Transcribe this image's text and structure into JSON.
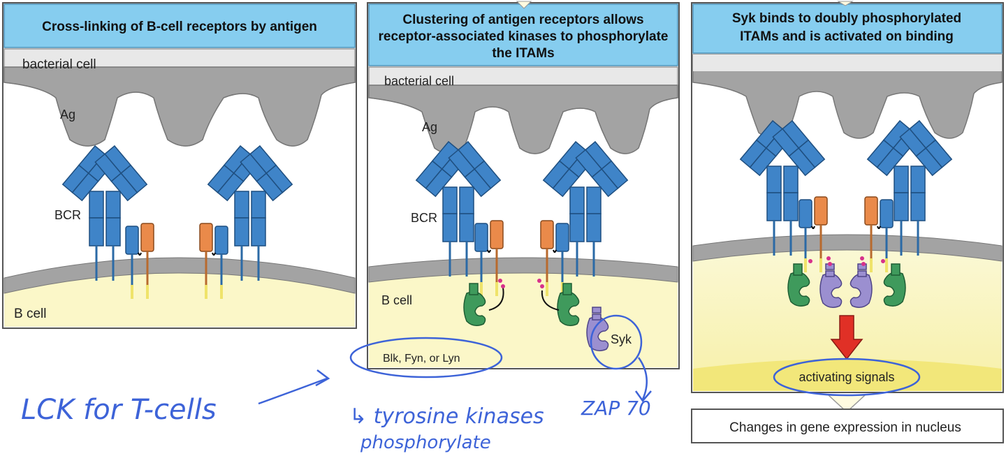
{
  "panels": [
    {
      "title_lines": [
        "Cross-linking of B-cell receptors by antigen"
      ],
      "bacterial_label": "bacterial cell",
      "ag_label": "Ag",
      "bcr_label": "BCR",
      "bcell_label": "B cell"
    },
    {
      "title_lines": [
        "Clustering of antigen receptors allows",
        "receptor-associated kinases to phosphorylate",
        "the ITAMs"
      ],
      "bacterial_label": "bacterial cell",
      "ag_label": "Ag",
      "bcr_label": "BCR",
      "bcell_label": "B cell",
      "kinases_label": "Blk, Fyn, or Lyn",
      "syk_label": "Syk"
    },
    {
      "title_lines": [
        "Syk binds to doubly phosphorylated",
        "ITAMs and is activated on binding"
      ],
      "activating_label": "activating signals",
      "gene_box_label": "Changes in gene expression in nucleus"
    }
  ],
  "handwriting": {
    "lck_note": "LCK for T-cells",
    "tyrosine_line1": "↳ tyrosine kinases",
    "tyrosine_line2": "phosphorylate",
    "zap_note": "ZAP 70"
  },
  "colors": {
    "header_blue": "#86cdef",
    "membrane_gray": "#a3a3a3",
    "bacterial_fill": "#e8e8e8",
    "bcell_yellow": "#fbf7c8",
    "receptor_blue": "#3f84c8",
    "receptor_orange": "#ea8a4a",
    "kinase_green": "#3f9a5c",
    "syk_purple": "#9b8fd0",
    "phospho_pink": "#d7318b",
    "signal_red": "#e03026",
    "pen_blue": "#3d63d8"
  }
}
